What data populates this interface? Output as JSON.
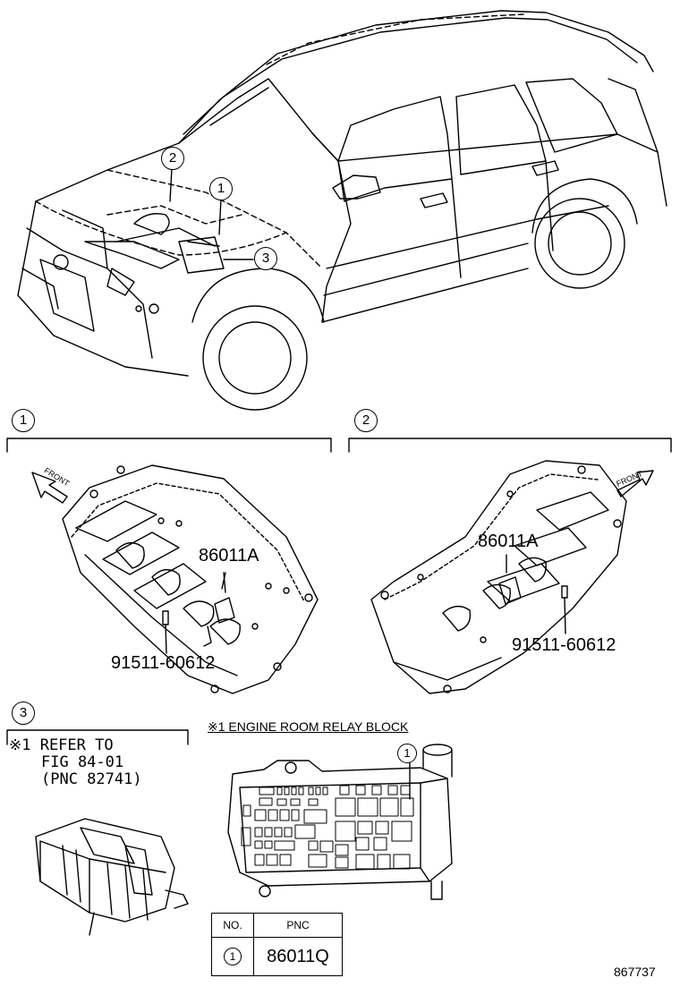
{
  "callouts": {
    "c1": "1",
    "c2": "2",
    "c3": "3"
  },
  "section1": {
    "number": "1",
    "part_a": "86011A",
    "part_b": "91511-60612"
  },
  "section2": {
    "number": "2",
    "part_a": "86011A",
    "part_b": "91511-60612"
  },
  "section3": {
    "number": "3",
    "refer_line1": "※1 REFER TO",
    "refer_line2": "FIG 84-01",
    "refer_line3": "(PNC 82741)"
  },
  "relay_block": {
    "title": "※1 ENGINE ROOM RELAY BLOCK",
    "callout": "1"
  },
  "front_label": "FRONT",
  "pnc_table": {
    "header_no": "NO.",
    "header_pnc": "PNC",
    "row_no": "1",
    "row_pnc": "86011Q"
  },
  "figure_id": "867737"
}
